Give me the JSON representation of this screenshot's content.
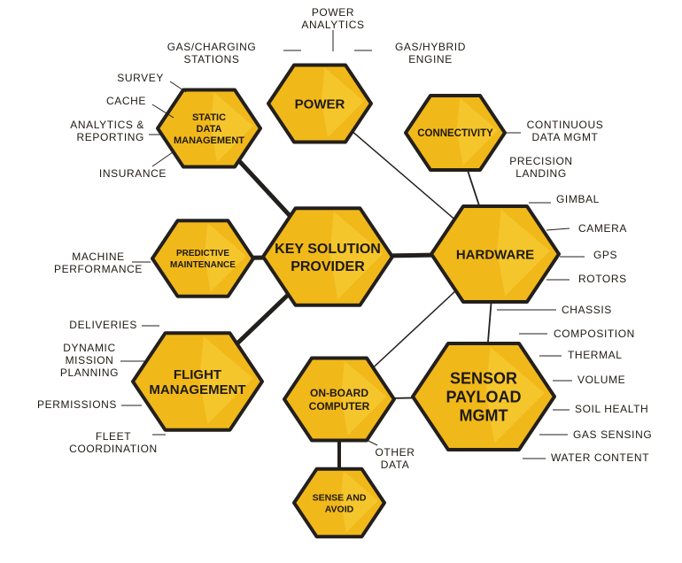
{
  "colors": {
    "hex_fill": "#f1b81a",
    "hex_highlight": "#f7cf3c",
    "hex_border": "#231f1c",
    "line": "#231f1c",
    "text": "#1e1a12"
  },
  "hexagons": {
    "power": {
      "lines": [
        "POWER"
      ]
    },
    "connectivity": {
      "lines": [
        "CONNECTIVITY"
      ]
    },
    "static_data": {
      "lines": [
        "STATIC",
        "DATA",
        "MANAGEMENT"
      ]
    },
    "key_solution": {
      "lines": [
        "KEY SOLUTION",
        "PROVIDER"
      ]
    },
    "predictive": {
      "lines": [
        "PREDICTIVE",
        "MAINTENANCE"
      ]
    },
    "hardware": {
      "lines": [
        "HARDWARE"
      ]
    },
    "flight": {
      "lines": [
        "FLIGHT",
        "MANAGEMENT"
      ]
    },
    "onboard": {
      "lines": [
        "ON-BOARD",
        "COMPUTER"
      ]
    },
    "sensor": {
      "lines": [
        "SENSOR",
        "PAYLOAD",
        "MGMT"
      ]
    },
    "sense_avoid": {
      "lines": [
        "SENSE AND",
        "AVOID"
      ]
    }
  },
  "leaves": {
    "power_analytics": {
      "lines": [
        "POWER",
        "ANALYTICS"
      ]
    },
    "gas_charging": {
      "lines": [
        "GAS/CHARGING",
        "STATIONS"
      ]
    },
    "gas_hybrid": {
      "lines": [
        "GAS/HYBRID",
        "ENGINE"
      ]
    },
    "survey": {
      "lines": [
        "SURVEY"
      ]
    },
    "cache": {
      "lines": [
        "CACHE"
      ]
    },
    "analytics_reporting": {
      "lines": [
        "ANALYTICS &",
        "REPORTING"
      ]
    },
    "insurance": {
      "lines": [
        "INSURANCE"
      ]
    },
    "continuous_data": {
      "lines": [
        "CONTINUOUS",
        "DATA MGMT"
      ]
    },
    "precision_landing": {
      "lines": [
        "PRECISION",
        "LANDING"
      ]
    },
    "gimbal": {
      "lines": [
        "GIMBAL"
      ]
    },
    "camera": {
      "lines": [
        "CAMERA"
      ]
    },
    "gps": {
      "lines": [
        "GPS"
      ]
    },
    "rotors": {
      "lines": [
        "ROTORS"
      ]
    },
    "chassis": {
      "lines": [
        "CHASSIS"
      ]
    },
    "machine_performance": {
      "lines": [
        "MACHINE",
        "PERFORMANCE"
      ]
    },
    "deliveries": {
      "lines": [
        "DELIVERIES"
      ]
    },
    "dynamic_mission": {
      "lines": [
        "DYNAMIC",
        "MISSION",
        "PLANNING"
      ]
    },
    "permissions": {
      "lines": [
        "PERMISSIONS"
      ]
    },
    "fleet_coordination": {
      "lines": [
        "FLEET",
        "COORDINATION"
      ]
    },
    "other_data": {
      "lines": [
        "OTHER",
        "DATA"
      ]
    },
    "composition": {
      "lines": [
        "COMPOSITION"
      ]
    },
    "thermal": {
      "lines": [
        "THERMAL"
      ]
    },
    "volume": {
      "lines": [
        "VOLUME"
      ]
    },
    "soil_health": {
      "lines": [
        "SOIL HEALTH"
      ]
    },
    "gas_sensing": {
      "lines": [
        "GAS SENSING"
      ]
    },
    "water_content": {
      "lines": [
        "WATER CONTENT"
      ]
    }
  }
}
